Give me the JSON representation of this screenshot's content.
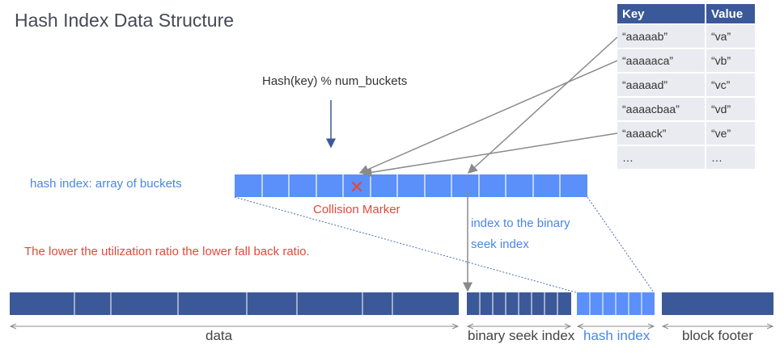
{
  "title": "Hash Index Data Structure",
  "formula": "Hash(key) % num_buckets",
  "hash_index_label": "hash index: array of buckets",
  "collision_label": "Collision Marker",
  "collision_marker": "✕",
  "binary_pointer_label_line1": "index to the binary",
  "binary_pointer_label_line2": "seek index",
  "ratio_note": "The lower the utilization ratio the lower fall back ratio.",
  "segments": {
    "data": "data",
    "binary_seek_index": "binary seek index",
    "hash_index": "hash index",
    "block_footer": "block footer"
  },
  "table": {
    "headers": [
      "Key",
      "Value"
    ],
    "rows": [
      [
        "“aaaaab”",
        "“va”"
      ],
      [
        "“aaaaaca”",
        "“vb”"
      ],
      [
        "“aaaaad”",
        "“vc”"
      ],
      [
        "“aaaacbaa”",
        "“vd”"
      ],
      [
        "“aaaack”",
        "“ve”"
      ],
      [
        "…",
        "…"
      ]
    ]
  },
  "colors": {
    "bucket_fill": "#5b8ff9",
    "data_block": "#3b5998",
    "hash_block": "#5b8ff9",
    "accent_red": "#e04a3c",
    "arrow": "#8a8a8a"
  }
}
